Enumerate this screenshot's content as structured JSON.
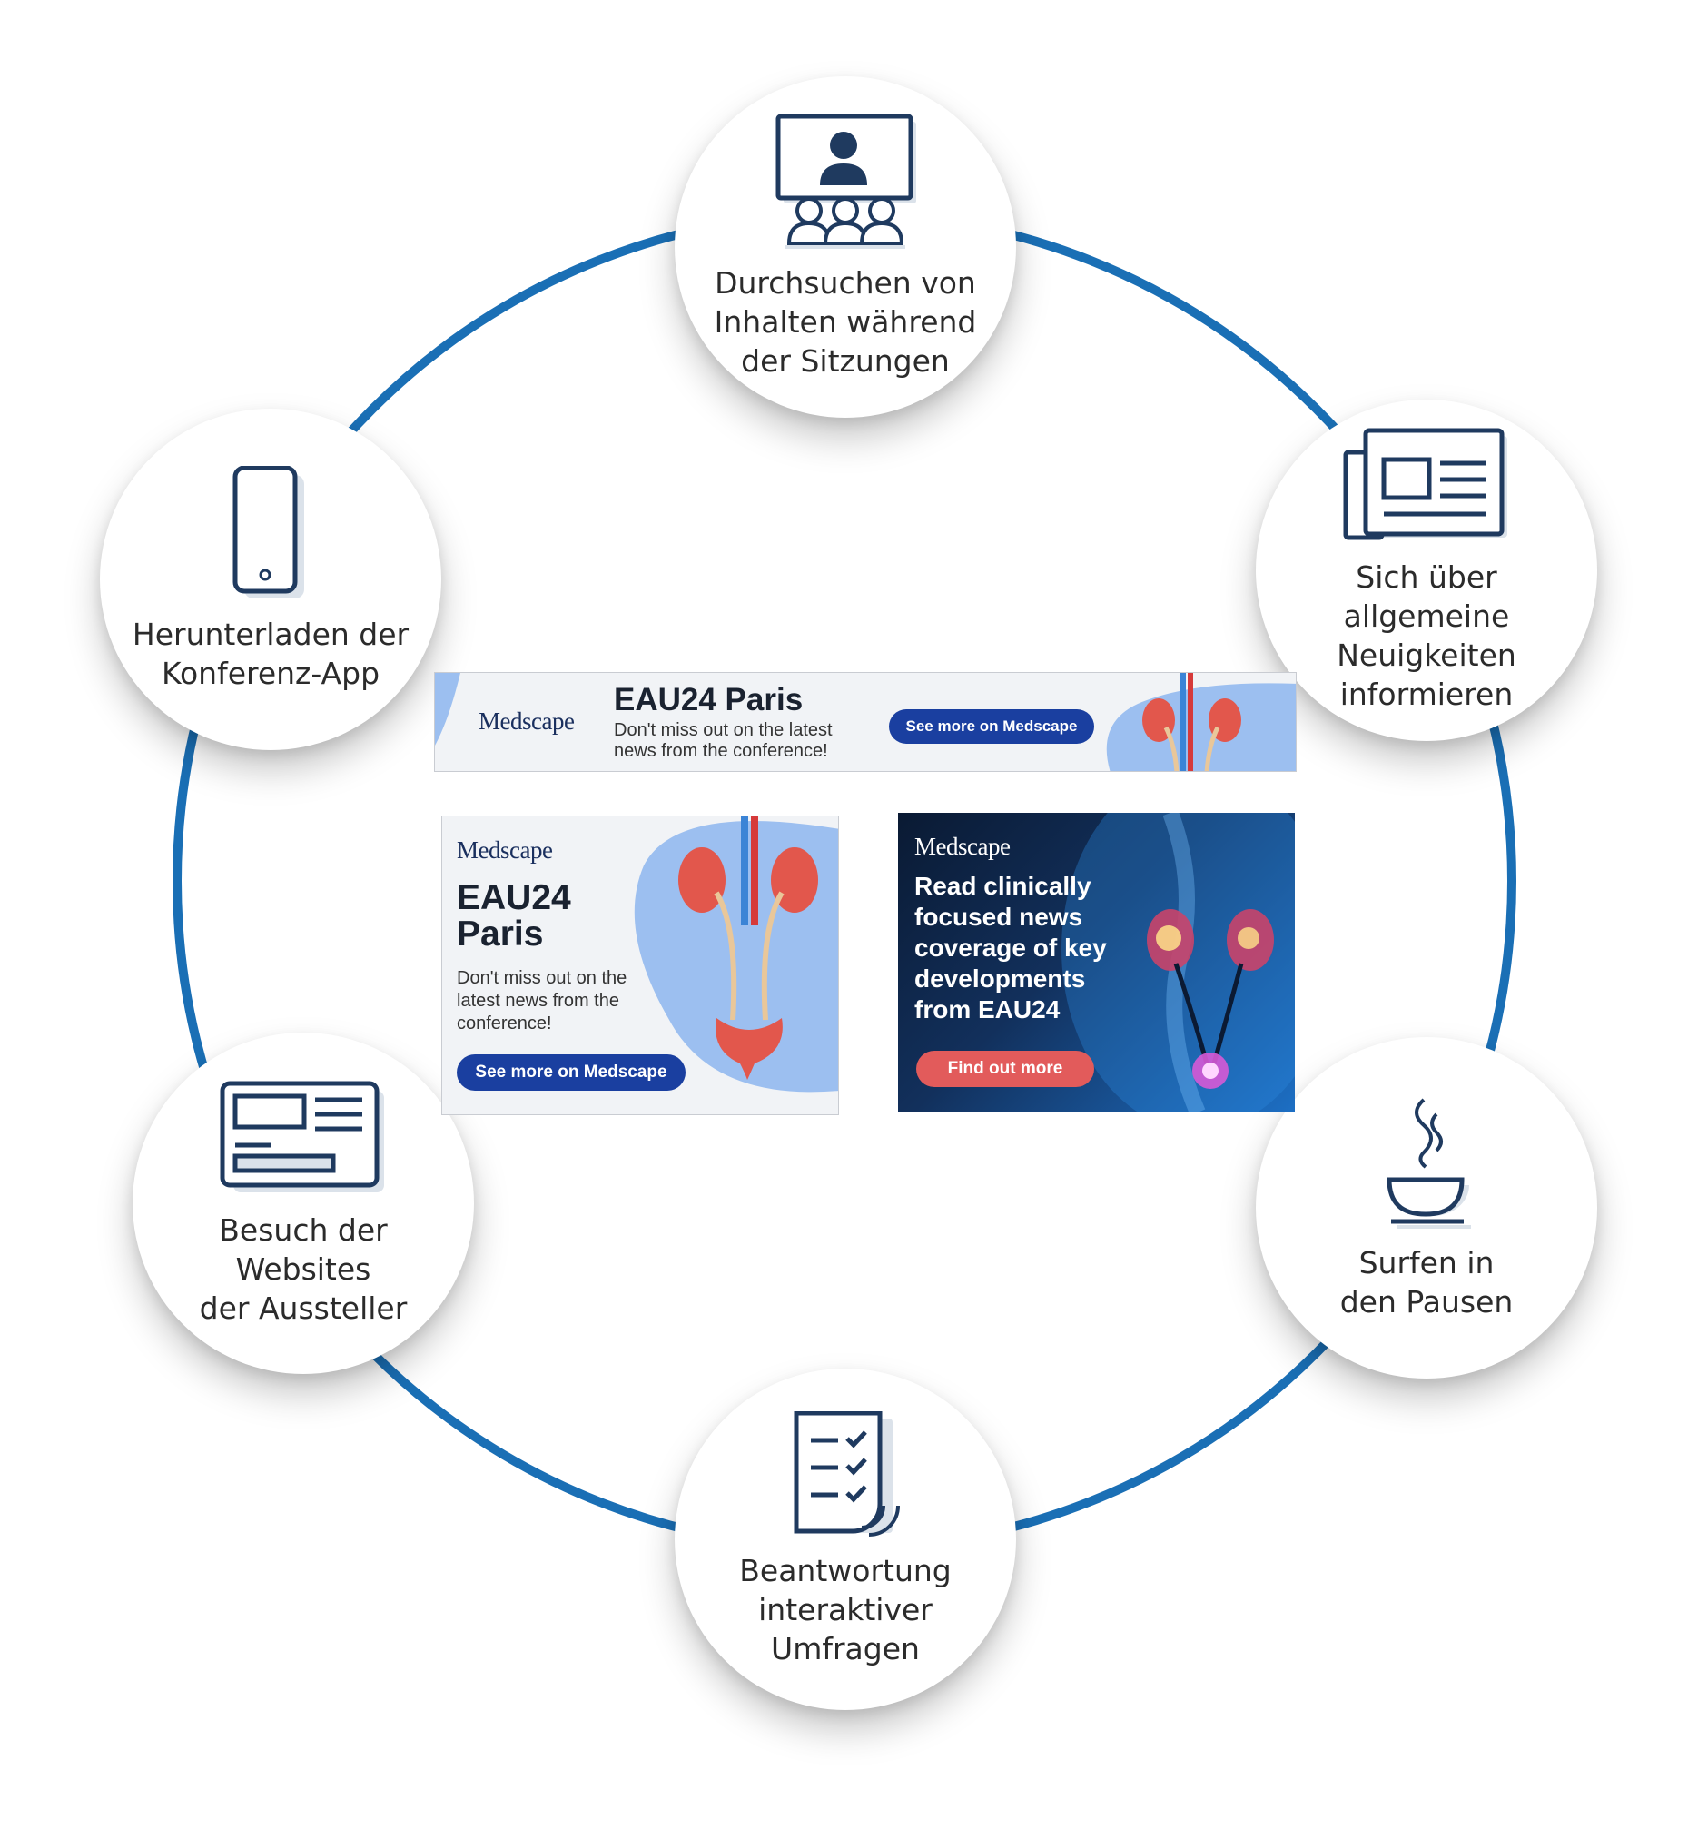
{
  "nodes": [
    {
      "id": "sessions",
      "label": "Durchsuchen von\nInhalten während\nder Sitzungen",
      "icon": "presentation-audience-icon"
    },
    {
      "id": "news",
      "label": "Sich über allgemeine\nNeuigkeiten\ninformieren",
      "icon": "newspaper-icon"
    },
    {
      "id": "breaks",
      "label": "Surfen in\nden Pausen",
      "icon": "coffee-cup-icon"
    },
    {
      "id": "polls",
      "label": "Beantwortung\ninteraktiver\nUmfragen",
      "icon": "checklist-icon"
    },
    {
      "id": "exhibitors",
      "label": "Besuch der Websites\nder Aussteller",
      "icon": "website-card-icon"
    },
    {
      "id": "app",
      "label": "Herunterladen der\nKonferenz-App",
      "icon": "smartphone-icon"
    }
  ],
  "ads": {
    "logo": "Medscape",
    "banner": {
      "title": "EAU24 Paris",
      "subtitle": "Don't miss out on the latest news from the conference!",
      "button": "See more on Medscape"
    },
    "square": {
      "title": "EAU24 Paris",
      "subtitle": "Don't miss out on the latest news from the conference!",
      "button": "See more on Medscape"
    },
    "dark": {
      "headline": "Read clinically focused news coverage of key developments from EAU24",
      "button": "Find out more"
    }
  },
  "colors": {
    "ring": "#1a6fb5",
    "icon_stroke": "#1f3a5f",
    "icon_shadow": "#dbe2ea",
    "brand_blue": "#1a3fa0",
    "accent_red": "#e25b5b"
  }
}
